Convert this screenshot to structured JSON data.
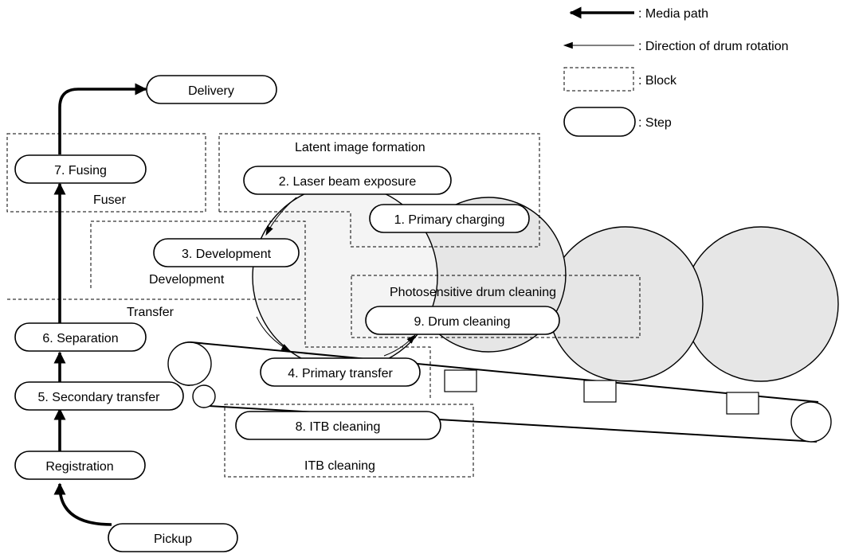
{
  "legend": {
    "media_path": ": Media path",
    "drum_rotation": ": Direction of drum rotation",
    "block": ": Block",
    "step": ": Step"
  },
  "blocks": {
    "fuser": "Fuser",
    "latent_image_formation": "Latent image formation",
    "development": "Development",
    "transfer": "Transfer",
    "photosensitive_drum_cleaning": "Photosensitive drum cleaning",
    "itb_cleaning": "ITB cleaning"
  },
  "steps": {
    "delivery": "Delivery",
    "fusing": "7. Fusing",
    "laser_beam_exposure": "2. Laser beam exposure",
    "primary_charging": "1. Primary charging",
    "development": "3. Development",
    "separation": "6. Separation",
    "drum_cleaning": "9. Drum cleaning",
    "primary_transfer": "4. Primary transfer",
    "secondary_transfer": "5. Secondary transfer",
    "itb_cleaning": "8. ITB cleaning",
    "registration": "Registration",
    "pickup": "Pickup"
  }
}
